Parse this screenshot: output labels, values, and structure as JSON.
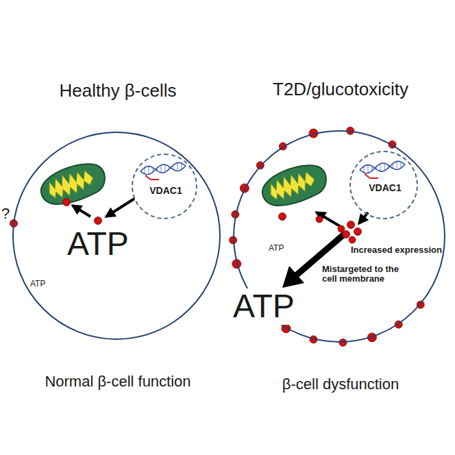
{
  "diagram": {
    "nodes": [
      {
        "text": [
          "Healthy β-cells",
          "Normal β-cell function"
        ]
      },
      {
        "text": [
          "VDAC1"
        ],
        "in": 0
      },
      {
        "text": [
          "T2D/glucotoxicity",
          "β-cell dysfunction"
        ]
      },
      {
        "text": [
          "VDAC1"
        ],
        "in": 2
      }
    ],
    "labels": [
      "ATP",
      "?",
      "ATP",
      "ATP",
      "Increased expression",
      "Mistargeted to the cell membrane",
      "ATP"
    ]
  }
}
